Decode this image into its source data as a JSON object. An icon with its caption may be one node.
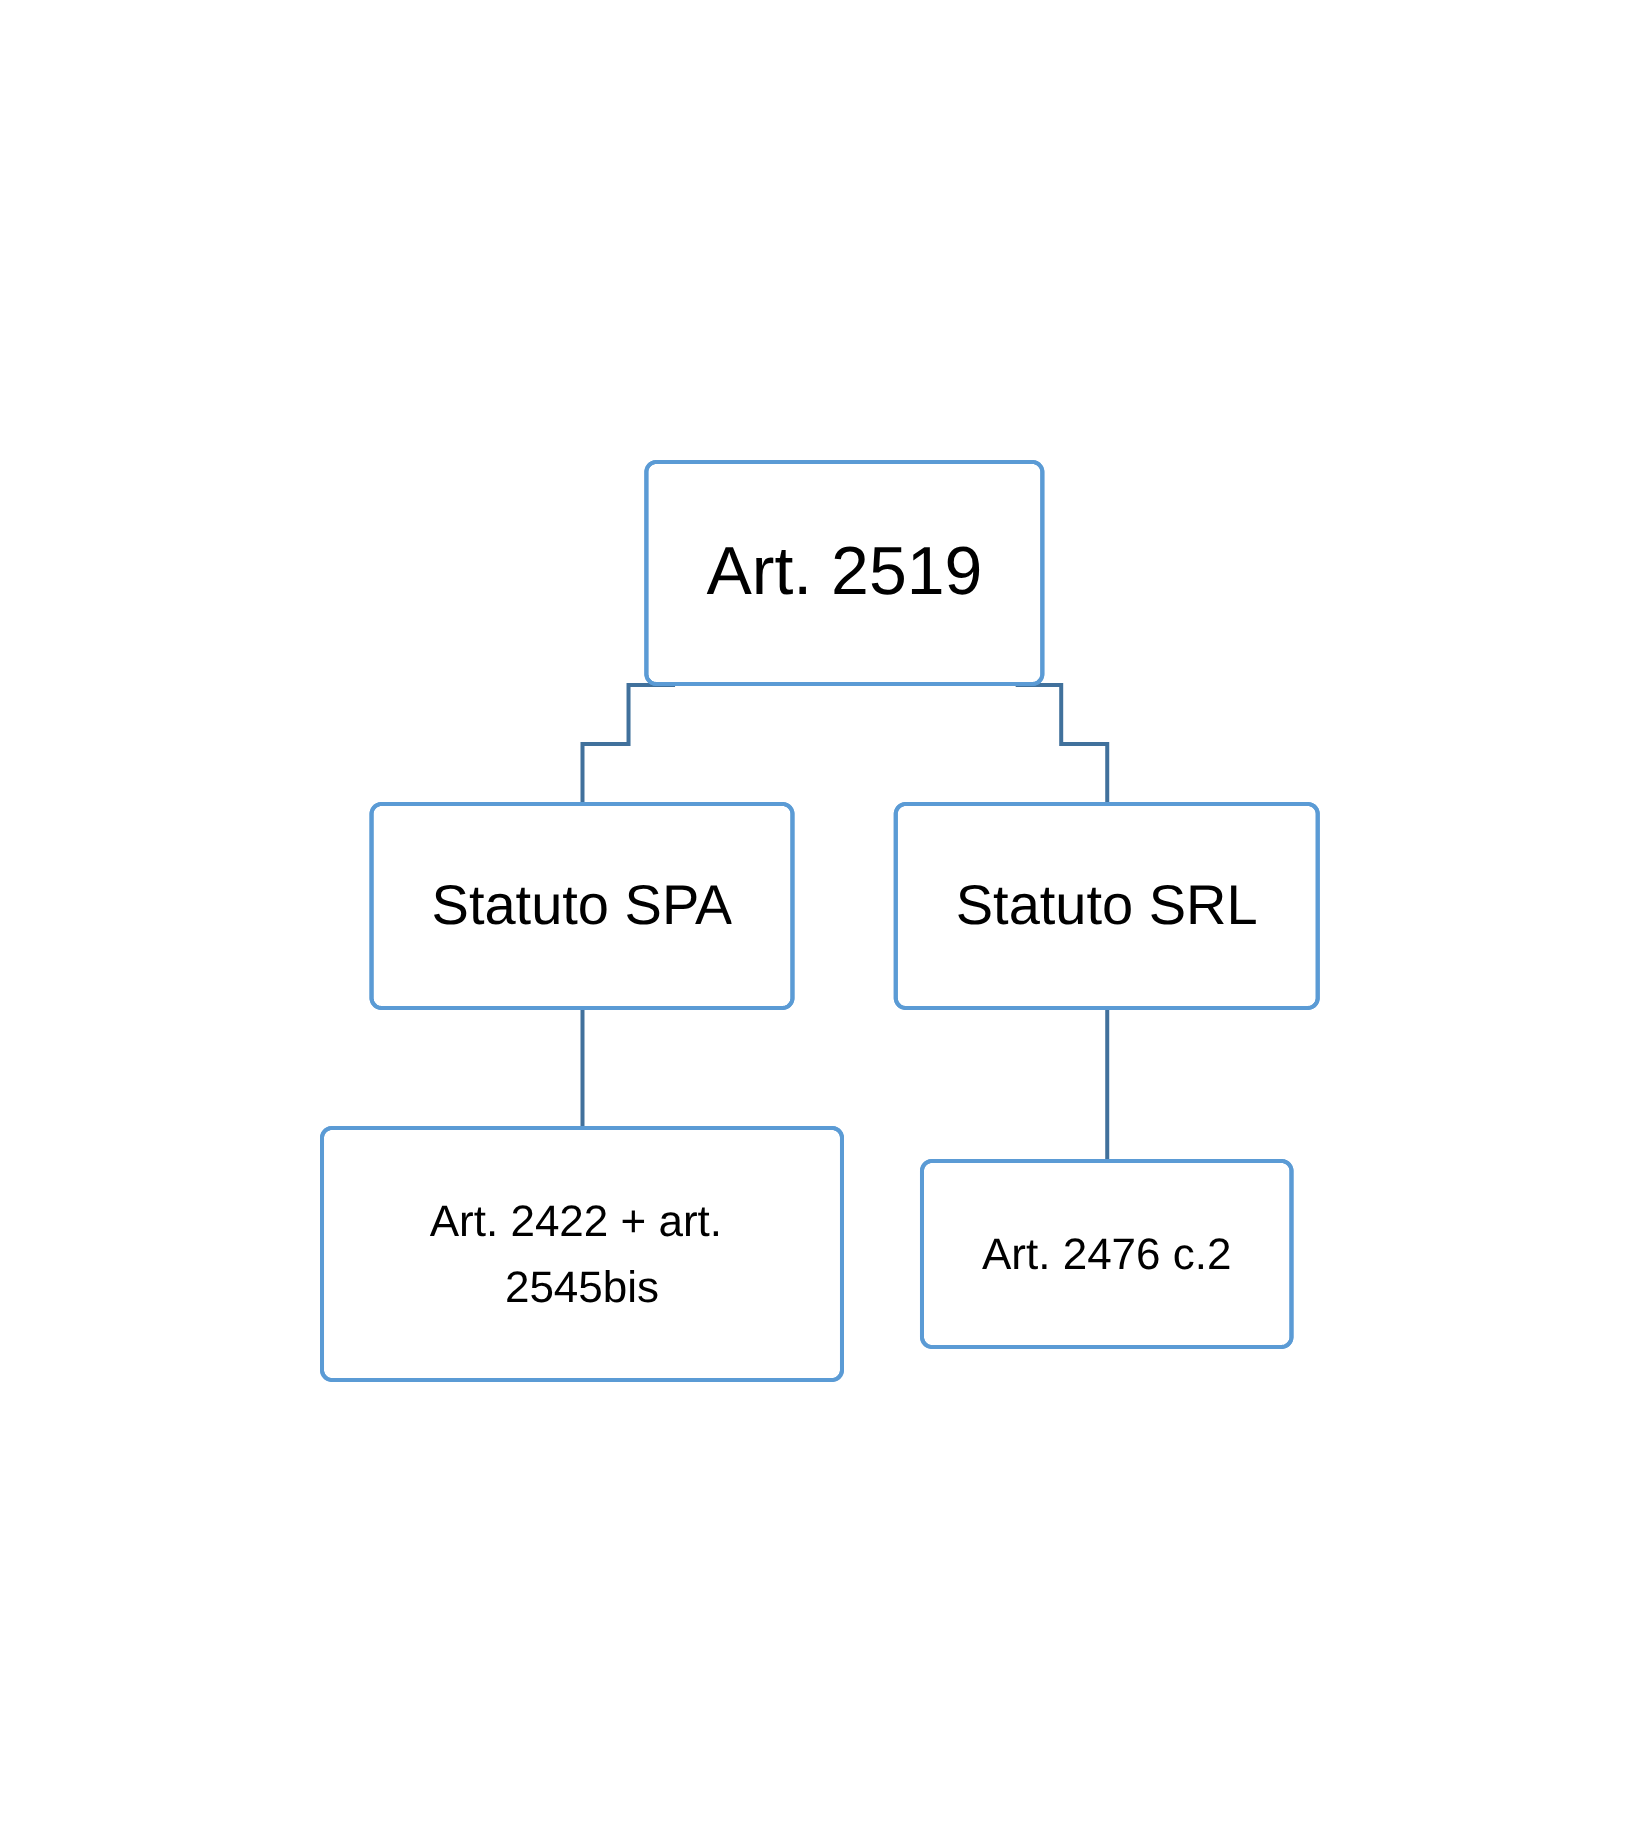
{
  "diagram": {
    "nodes": [
      {
        "text": [
          "Art. 2519"
        ]
      },
      {
        "text": [
          "Statuto SPA"
        ]
      },
      {
        "text": [
          "Statuto SRL"
        ]
      },
      {
        "text": [
          "Art. 2422 + art. 2545bis"
        ]
      },
      {
        "text": [
          "Art. 2476 c.2"
        ]
      }
    ],
    "edges": [
      {
        "from": 0,
        "to": 1,
        "arrow": "none"
      },
      {
        "from": 0,
        "to": 2,
        "arrow": "none"
      },
      {
        "from": 1,
        "to": 3,
        "arrow": "none"
      },
      {
        "from": 2,
        "to": 4,
        "arrow": "none"
      }
    ]
  }
}
